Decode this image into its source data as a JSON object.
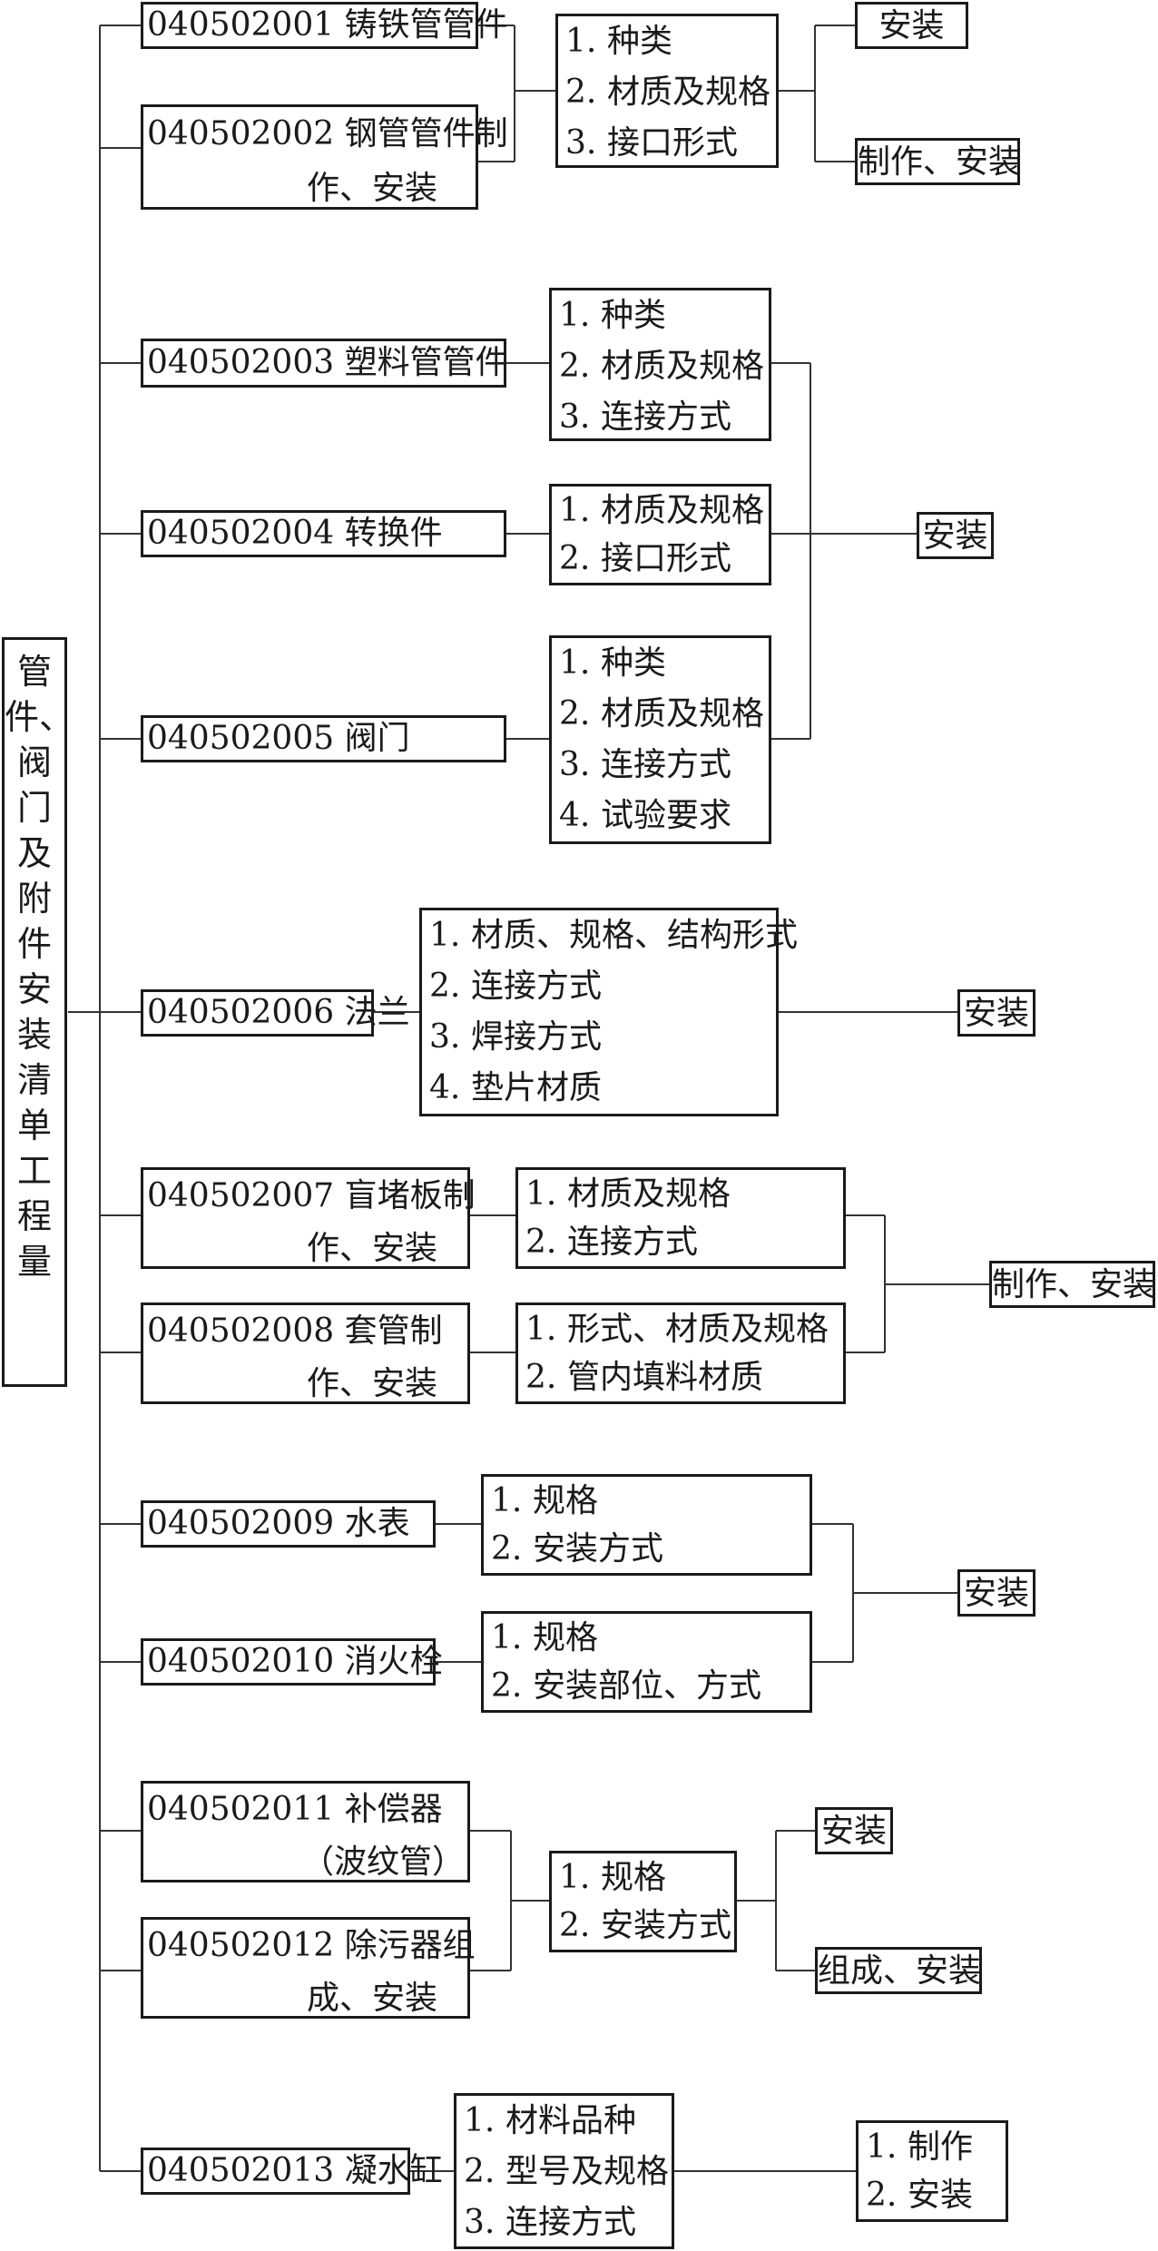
{
  "root": {
    "chars": [
      "管",
      "件、",
      "阀",
      "门",
      "及",
      "附",
      "件",
      "安",
      "装",
      "清",
      "单",
      "工",
      "程",
      "量"
    ]
  },
  "items": {
    "i1": {
      "code": "040502001 铸铁管管件",
      "cont": ""
    },
    "i2": {
      "code": "040502002 钢管管件制",
      "cont": "作、安装"
    },
    "i3": {
      "code": "040502003 塑料管管件",
      "cont": ""
    },
    "i4": {
      "code": "040502004 转换件",
      "cont": ""
    },
    "i5": {
      "code": "040502005 阀门",
      "cont": ""
    },
    "i6": {
      "code": "040502006 法兰",
      "cont": ""
    },
    "i7": {
      "code": "040502007 盲堵板制",
      "cont": "作、安装"
    },
    "i8": {
      "code": "040502008 套管制",
      "cont": "作、安装"
    },
    "i9": {
      "code": "040502009 水表",
      "cont": ""
    },
    "i10": {
      "code": "040502010 消火栓",
      "cont": ""
    },
    "i11": {
      "code": "040502011 补偿器",
      "cont": "（波纹管）"
    },
    "i12": {
      "code": "040502012 除污器组",
      "cont": "成、安装"
    },
    "i13": {
      "code": "040502013 凝水缸",
      "cont": ""
    }
  },
  "attrs": {
    "a1": [
      [
        "1.",
        "种类"
      ],
      [
        "2.",
        "材质及规格"
      ],
      [
        "3.",
        "接口形式"
      ]
    ],
    "a3": [
      [
        "1.",
        "种类"
      ],
      [
        "2.",
        "材质及规格"
      ],
      [
        "3.",
        "连接方式"
      ]
    ],
    "a4": [
      [
        "1.",
        "材质及规格"
      ],
      [
        "2.",
        "接口形式"
      ]
    ],
    "a5": [
      [
        "1.",
        "种类"
      ],
      [
        "2.",
        "材质及规格"
      ],
      [
        "3.",
        "连接方式"
      ],
      [
        "4.",
        "试验要求"
      ]
    ],
    "a6": [
      [
        "1.",
        "材质、规格、结构形式"
      ],
      [
        "2.",
        "连接方式"
      ],
      [
        "3.",
        "焊接方式"
      ],
      [
        "4.",
        "垫片材质"
      ]
    ],
    "a7": [
      [
        "1.",
        "材质及规格"
      ],
      [
        "2.",
        "连接方式"
      ]
    ],
    "a8": [
      [
        "1.",
        "形式、材质及规格"
      ],
      [
        "2.",
        "管内填料材质"
      ]
    ],
    "a9": [
      [
        "1.",
        "规格"
      ],
      [
        "2.",
        "安装方式"
      ]
    ],
    "a10": [
      [
        "1.",
        "规格"
      ],
      [
        "2.",
        "安装部位、方式"
      ]
    ],
    "a11": [
      [
        "1.",
        "规格"
      ],
      [
        "2.",
        "安装方式"
      ]
    ],
    "a13": [
      [
        "1.",
        "材料品种"
      ],
      [
        "2.",
        "型号及规格"
      ],
      [
        "3.",
        "连接方式"
      ]
    ]
  },
  "work": {
    "w1a": "安装",
    "w1b": "制作、安装",
    "w3": "安装",
    "w6": "安装",
    "w7": "制作、安装",
    "w9": "安装",
    "w11a": "安装",
    "w11b": "组成、安装",
    "w13": [
      [
        "1.",
        "制作"
      ],
      [
        "2.",
        "安装"
      ]
    ]
  }
}
